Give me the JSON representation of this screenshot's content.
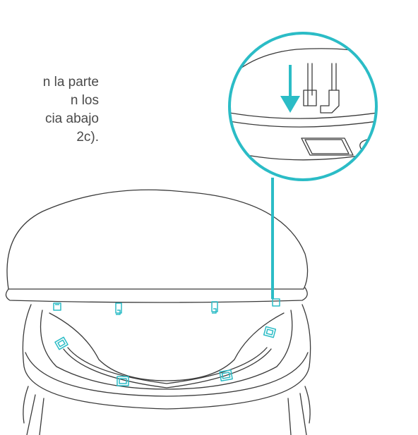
{
  "instruction_lines": [
    "n la parte",
    "n los",
    "cia abajo",
    " 2c)."
  ],
  "colors": {
    "accent": "#2bbcc6",
    "stroke": "#3a3a3a",
    "text": "#4a4a4a"
  },
  "icons": [
    "down-arrow-icon",
    "clip-icon",
    "slot-icon"
  ]
}
